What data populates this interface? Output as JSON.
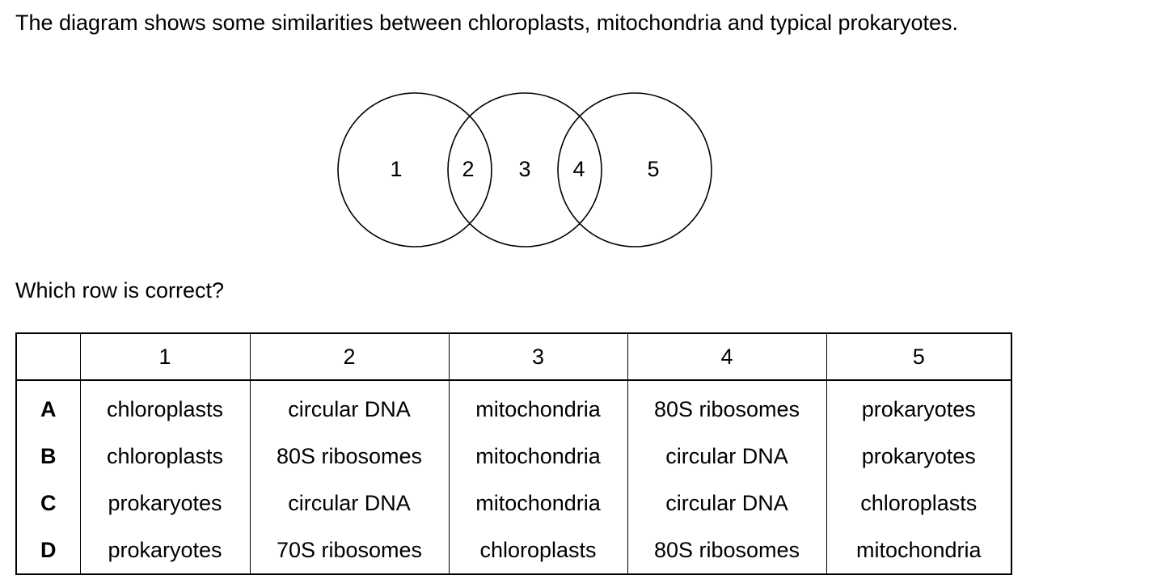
{
  "question": {
    "stem": "The diagram shows some similarities between chloroplasts, mitochondria and typical prokaryotes.",
    "prompt": "Which row is correct?"
  },
  "venn": {
    "labels": [
      "1",
      "2",
      "3",
      "4",
      "5"
    ]
  },
  "table": {
    "headers": [
      "",
      "1",
      "2",
      "3",
      "4",
      "5"
    ],
    "rows": [
      {
        "letter": "A",
        "cells": [
          "chloroplasts",
          "circular DNA",
          "mitochondria",
          "80S ribosomes",
          "prokaryotes"
        ]
      },
      {
        "letter": "B",
        "cells": [
          "chloroplasts",
          "80S ribosomes",
          "mitochondria",
          "circular DNA",
          "prokaryotes"
        ]
      },
      {
        "letter": "C",
        "cells": [
          "prokaryotes",
          "circular DNA",
          "mitochondria",
          "circular DNA",
          "chloroplasts"
        ]
      },
      {
        "letter": "D",
        "cells": [
          "prokaryotes",
          "70S ribosomes",
          "chloroplasts",
          "80S ribosomes",
          "mitochondria"
        ]
      }
    ]
  }
}
